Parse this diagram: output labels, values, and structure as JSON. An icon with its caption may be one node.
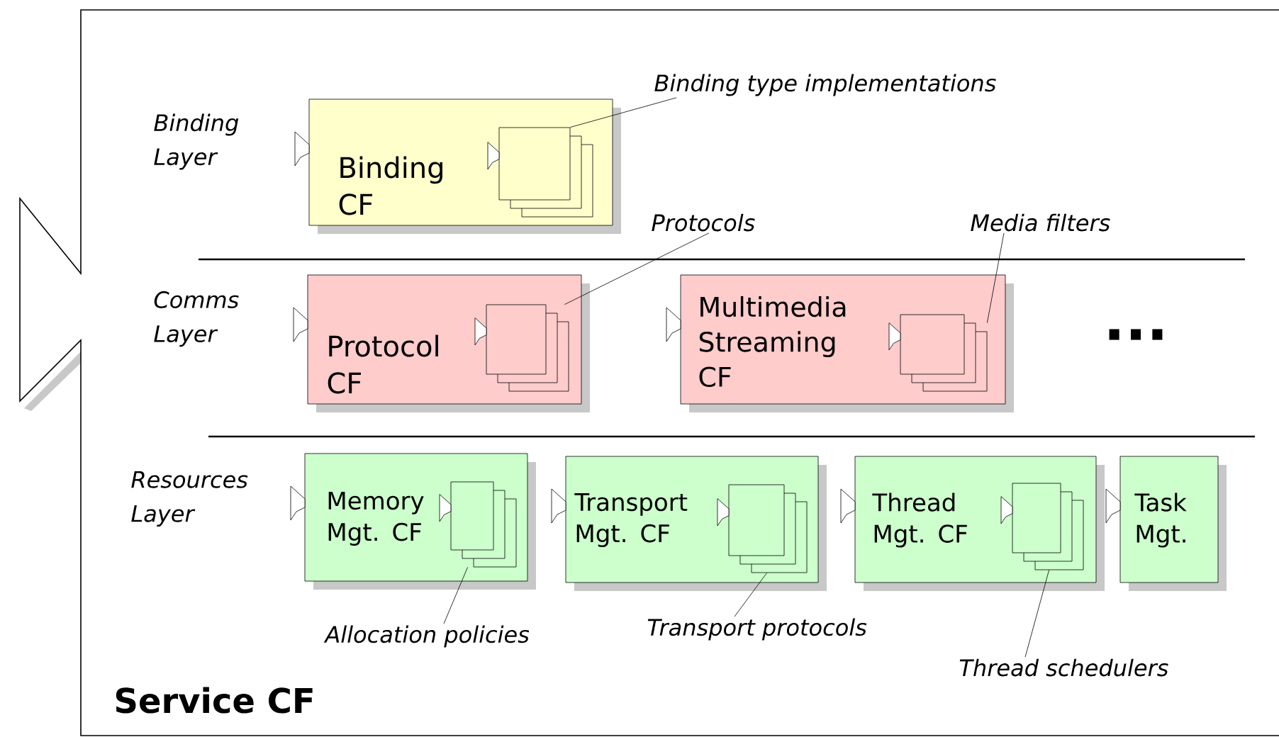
{
  "diagram": {
    "nodes": [
      {
        "text": [
          "Service CF"
        ]
      },
      {
        "text": [
          "Binding CF"
        ],
        "in": 0
      },
      {
        "text": [],
        "shape": "box",
        "in": 1
      },
      {
        "text": [
          "Protocol CF"
        ],
        "in": 0
      },
      {
        "text": [],
        "shape": "box",
        "in": 3
      },
      {
        "text": [
          "Multimedia Streaming CF"
        ],
        "in": 0
      },
      {
        "text": [],
        "shape": "box",
        "in": 5
      },
      {
        "text": [
          "Memory Mgt. CF"
        ],
        "in": 0
      },
      {
        "text": [],
        "shape": "box",
        "in": 7
      },
      {
        "text": [
          "Transport Mgt. CF"
        ],
        "in": 0
      },
      {
        "text": [],
        "shape": "box",
        "in": 9
      },
      {
        "text": [
          "Thread Mgt. CF"
        ],
        "in": 0
      },
      {
        "text": [],
        "shape": "box",
        "in": 11
      },
      {
        "text": [
          "Task Mgt."
        ],
        "in": 0
      },
      {
        "text": [
          "Binding type implementations"
        ],
        "in": 0
      },
      {
        "text": [
          "Protocols"
        ],
        "in": 0
      },
      {
        "text": [
          "Media filters"
        ],
        "in": 0
      },
      {
        "text": [
          "Allocation policies"
        ],
        "in": 0
      },
      {
        "text": [
          "Transport protocols"
        ],
        "in": 0
      },
      {
        "text": [
          "Thread schedulers"
        ],
        "in": 0
      }
    ],
    "edges": [
      {
        "from": 14,
        "to": 2,
        "arrow": "none"
      },
      {
        "from": 15,
        "to": 4,
        "arrow": "none"
      },
      {
        "from": 16,
        "to": 6,
        "arrow": "none"
      },
      {
        "from": 17,
        "to": 8,
        "arrow": "none"
      },
      {
        "from": 18,
        "to": 10,
        "arrow": "none"
      },
      {
        "from": 19,
        "to": 12,
        "arrow": "none"
      }
    ],
    "labels": [
      "Binding Layer",
      "Comms Layer",
      "...",
      "Resources Layer"
    ]
  }
}
